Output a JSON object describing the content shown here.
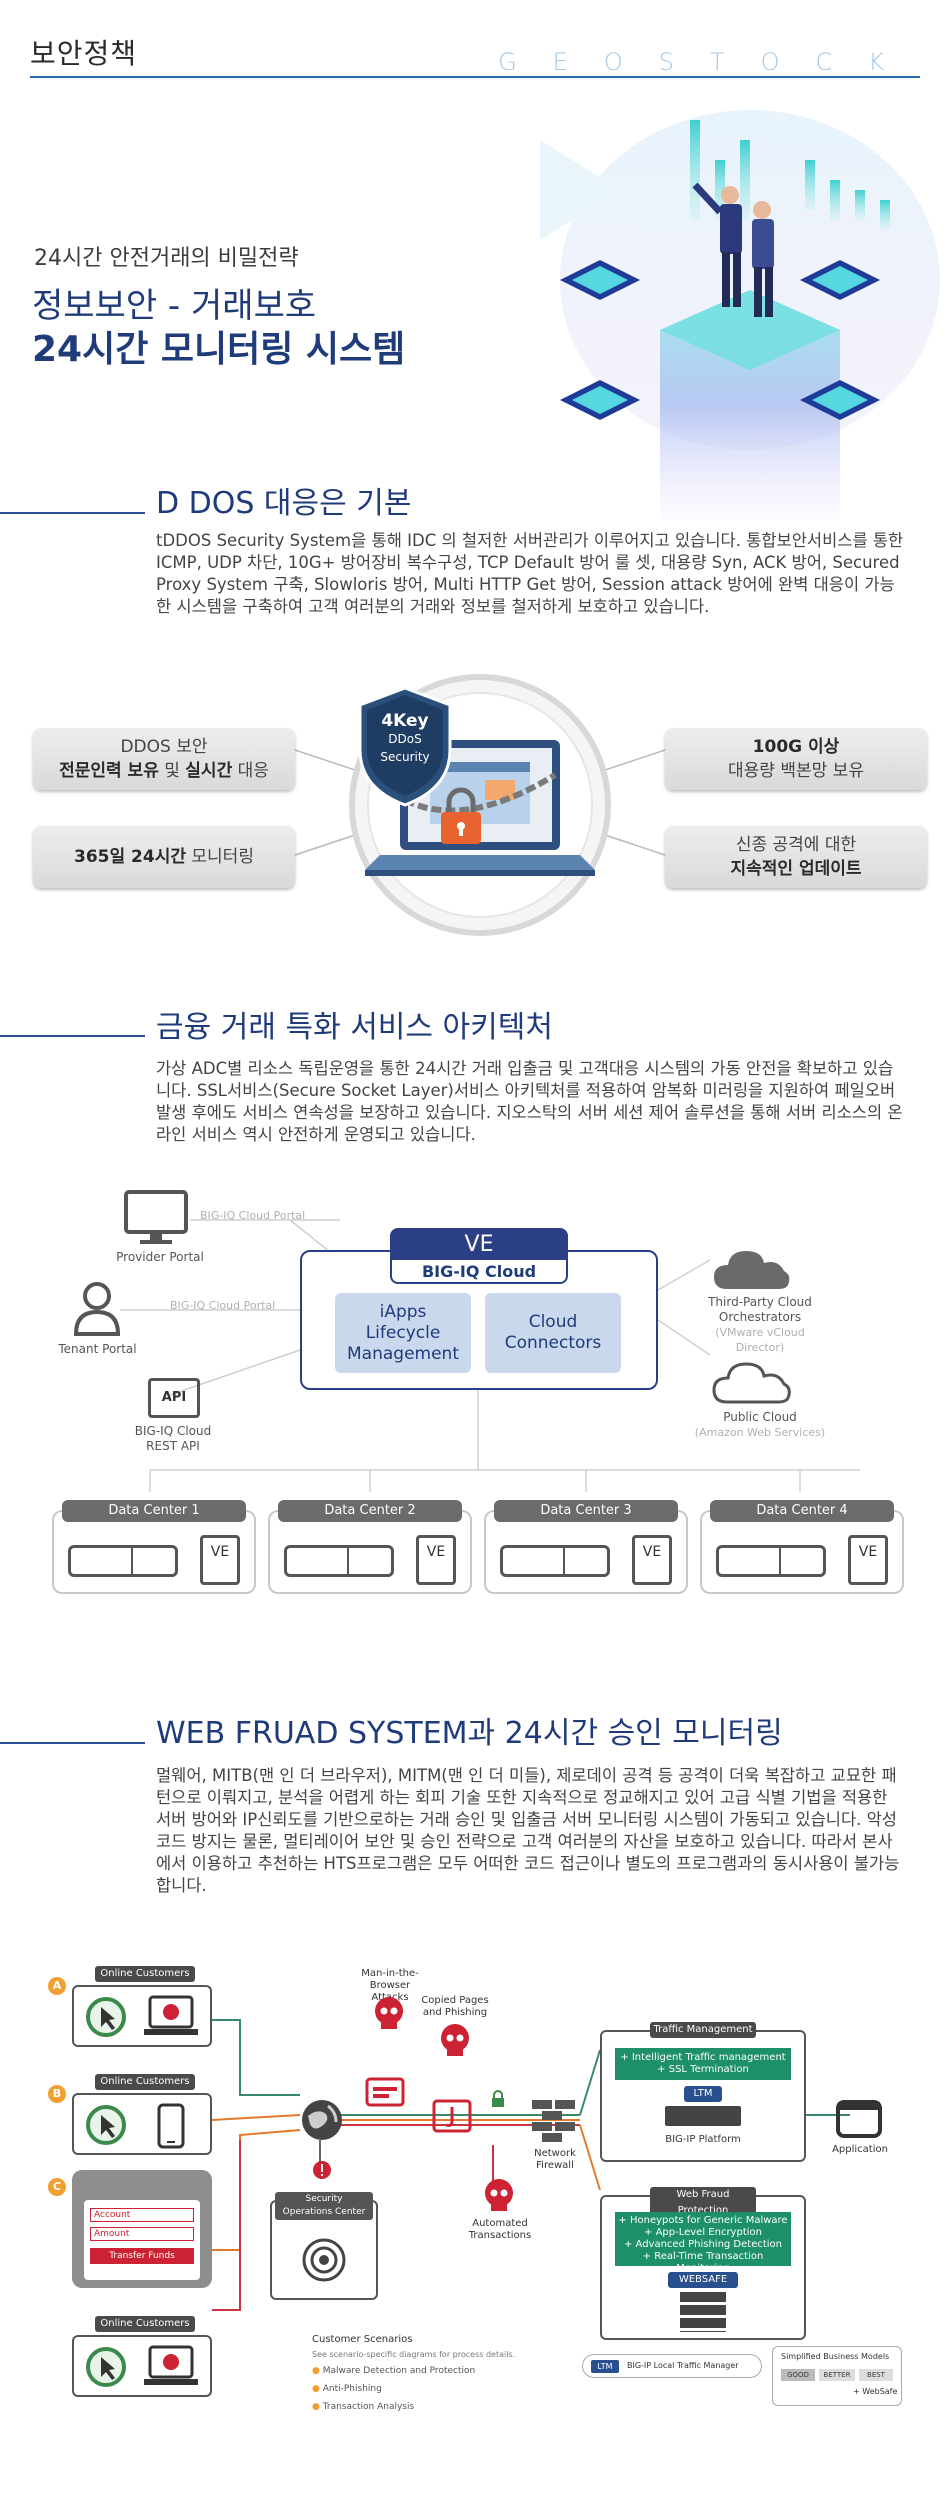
{
  "header": {
    "title": "보안정책",
    "brand": "GEOSTOCK"
  },
  "hero": {
    "subtitle": "24시간 안전거래의 비밀전략",
    "line1": "정보보안 - 거래보호",
    "line2": "24시간 모니터링 시스템"
  },
  "ddos": {
    "title": "D DOS 대응은 기본",
    "body": "tDDOS Security System을 통해 IDC 의 철저한 서버관리가 이루어지고 있습니다. 통합보안서비스를 통한 ICMP, UDP 차단, 10G+ 방어장비 복수구성, TCP Default 방어 룰 셋, 대용량 Syn, ACK 방어, Secured Proxy System 구축, Slowloris 방어, Multi HTTP Get 방어, Session attack 방어에 완벽 대응이 가능한 시스템을 구축하여 고객 여러분의 거래와 정보를 철저하게 보호하고 있습니다.",
    "badge_line1": "4Key",
    "badge_line2": "DDoS",
    "badge_line3": "Security",
    "pill1_line1": "DDOS 보안",
    "pill1_bold1": "전문인력 보유",
    "pill1_mid": " 및 ",
    "pill1_bold2": "실시간",
    "pill1_end": " 대응",
    "pill2_bold": "365일 24시간",
    "pill2_end": " 모니터링",
    "pill3_bold": "100G 이상",
    "pill3_line2": "대용량 백본망 보유",
    "pill4_line1": "신종 공격에 대한",
    "pill4_bold": "지속적인 업데이트"
  },
  "finance": {
    "title": "금융 거래 특화 서비스 아키텍처",
    "body": "가상 ADC별 리소스 독립운영을 통한 24시간 거래 입출금 및 고객대응 시스템의 가동 안전을 확보하고 있습니다. SSL서비스(Secure Socket Layer)서비스 아키텍처를 적용하여 암복화 미러링을 지원하여 페일오버 발생 후에도 서비스 연속성을 보장하고 있습니다. 지오스탁의 서버 세션 제어 솔루션을 통해 서버 리소스의 온라인 서비스 역시 안전하게 운영되고 있습니다."
  },
  "architecture": {
    "provider_portal": "Provider Portal",
    "tenant_portal": "Tenant Portal",
    "rest_api_l1": "BIG-IQ Cloud",
    "rest_api_l2": "REST API",
    "api_icon": "API",
    "cloud_portal_1": "BIG-IQ Cloud Portal",
    "cloud_portal_2": "BIG-IQ Cloud Portal",
    "ve_title": "VE",
    "ve_sub": "BIG-IQ Cloud",
    "iapps_l1": "iApps",
    "iapps_l2": "Lifecycle",
    "iapps_l3": "Management",
    "connectors_l1": "Cloud",
    "connectors_l2": "Connectors",
    "third_party_l1": "Third-Party Cloud",
    "third_party_l2": "Orchestrators",
    "third_party_l3": "(VMware vCloud Director)",
    "public_cloud_l1": "Public Cloud",
    "public_cloud_l2": "(Amazon Web Services)",
    "dc": [
      "Data Center 1",
      "Data Center 2",
      "Data Center 3",
      "Data Center 4"
    ],
    "dc_ve": "VE"
  },
  "webfraud": {
    "title": "WEB FRUAD SYSTEM과 24시간 승인 모니터링",
    "body": "멀웨어, MITB(맨 인 더 브라우저), MITM(맨 인 더 미들), 제로데이 공격 등 공격이 더욱 복잡하고 교묘한 패턴으로 이뤄지고, 분석을 어렵게 하는 회피 기술 또한 지속적으로 정교해지고 있어 고급 식별 기법을 적용한 서버 방어와 IP신뢰도를 기반으로하는 거래 승인 및 입출금 서버 모니터링 시스템이 가동되고 있습니다. 악성코드 방지는 물론, 멀티레이어 보안 및 승인 전략으로 고객 여러분의 자산을 보호하고 있습니다. 따라서 본사에서 이용하고 추천하는 HTS프로그램은 모두 어떠한 코드 접근이나 별도의 프로그램과의 동시사용이 불가능합니다."
  },
  "diagram": {
    "online_customers": "Online Customers",
    "letter_a": "A",
    "letter_b": "B",
    "letter_c": "C",
    "account": "Account",
    "amount": "Amount",
    "transfer": "Transfer Funds",
    "mitb_l1": "Man-in-the-",
    "mitb_l2": "Browser Attacks",
    "copied_l1": "Copied Pages",
    "copied_l2": "and Phishing",
    "firewall_l1": "Network",
    "firewall_l2": "Firewall",
    "soc_l1": "Security",
    "soc_l2": "Operations Center",
    "automated_l1": "Automated",
    "automated_l2": "Transactions",
    "traffic_title": "Traffic Management",
    "traffic_g1": "+ Intelligent Traffic management",
    "traffic_g2": "+ SSL Termination",
    "ltm": "LTM",
    "bigip": "BIG-IP Platform",
    "application": "Application",
    "wfp_title": "Web Fraud Protection",
    "wfp1": "+ Honeypots for Generic Malware",
    "wfp2": "+ App-Level Encryption",
    "wfp3": "+ Advanced Phishing Detection",
    "wfp4": "+ Real-Time Transaction Monitoring",
    "websafe": "WEBSAFE",
    "scen_title": "Customer Scenarios",
    "scen_sub": "See scenario-specific diagrams for process details.",
    "scen_a": "Malware Detection and Protection",
    "scen_b": "Anti-Phishing",
    "scen_c": "Transaction Analysis",
    "legend_ltm": "LTM",
    "legend_ltm_label": "BIG-IP Local Traffic Manager",
    "legend_models": "Simplified Business Models",
    "legend_good": "GOOD",
    "legend_better": "BETTER",
    "legend_best": "BEST",
    "legend_websafe": "+ WebSafe"
  }
}
